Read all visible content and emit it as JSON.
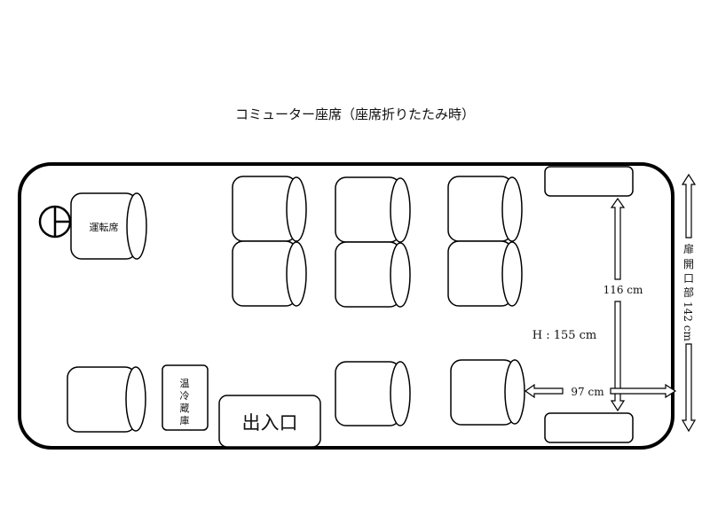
{
  "title": "コミューター座席（座席折りたたみ時）",
  "labels": {
    "driver_seat": "運転席",
    "cooler": [
      "温",
      "冷",
      "蔵",
      "庫"
    ],
    "entrance": "出入口",
    "width_label": "97 cm",
    "length_label": "116 cm",
    "height_label": "H : 155 cm",
    "door_label": [
      "扉",
      "開",
      "口",
      "部",
      "142 cm"
    ]
  },
  "icons": {
    "steering": "steering-wheel-icon"
  },
  "colors": {
    "stroke": "#000000",
    "background": "#ffffff"
  }
}
